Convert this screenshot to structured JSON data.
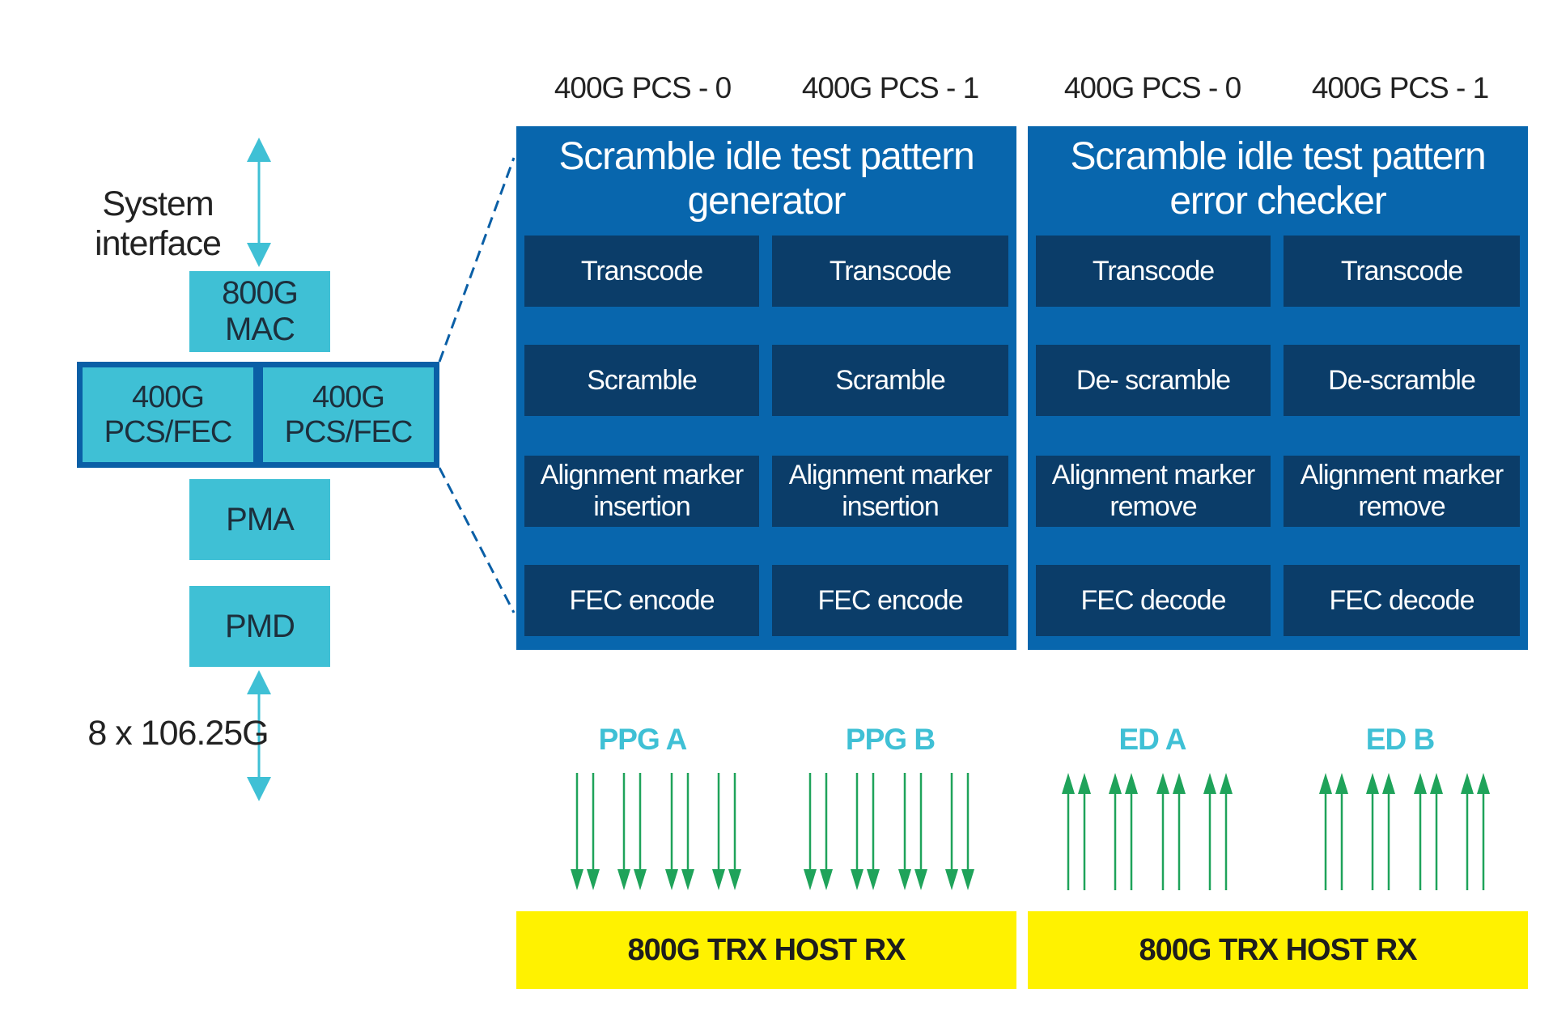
{
  "left": {
    "system_interface": "System interface",
    "mac": "800G MAC",
    "pcs_fec": [
      "400G PCS/FEC",
      "400G PCS/FEC"
    ],
    "pma": "PMA",
    "pmd": "PMD",
    "lanes": "8 x 106.25G"
  },
  "headers": [
    "400G PCS - 0",
    "400G PCS - 1",
    "400G PCS - 0",
    "400G PCS - 1"
  ],
  "generator": {
    "title": "Scramble idle test pattern generator",
    "rows": [
      [
        "Transcode",
        "Transcode"
      ],
      [
        "Scramble",
        "Scramble"
      ],
      [
        "Alignment marker insertion",
        "Alignment marker insertion"
      ],
      [
        "FEC encode",
        "FEC encode"
      ]
    ]
  },
  "checker": {
    "title": "Scramble idle test pattern error checker",
    "rows": [
      [
        "Transcode",
        "Transcode"
      ],
      [
        "De- scramble",
        "De-scramble"
      ],
      [
        "Alignment marker remove",
        "Alignment marker remove"
      ],
      [
        "FEC decode",
        "FEC decode"
      ]
    ]
  },
  "lanes": {
    "generator": [
      "PPG A",
      "PPG B"
    ],
    "checker": [
      "ED A",
      "ED B"
    ]
  },
  "host_bars": [
    "800G TRX HOST RX",
    "800G TRX HOST RX"
  ],
  "colors": {
    "cyan": "#3fc0d5",
    "panel_blue": "#0866ad",
    "stage_navy": "#0b3d69",
    "arrow_green": "#1fa35a",
    "host_yellow": "#fff200"
  }
}
